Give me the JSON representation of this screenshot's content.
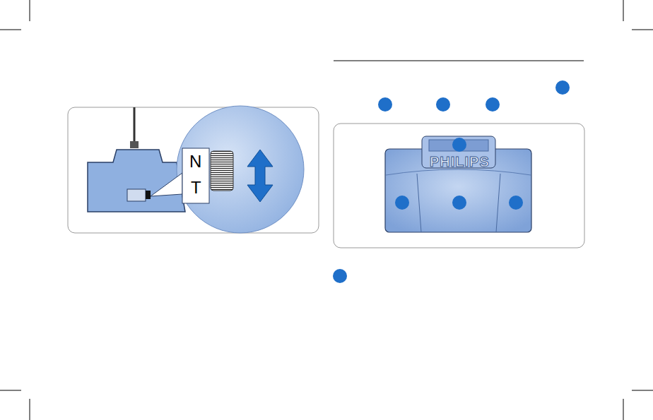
{
  "diagram": {
    "labels": [
      "N",
      "T",
      "PHILIPS"
    ]
  }
}
